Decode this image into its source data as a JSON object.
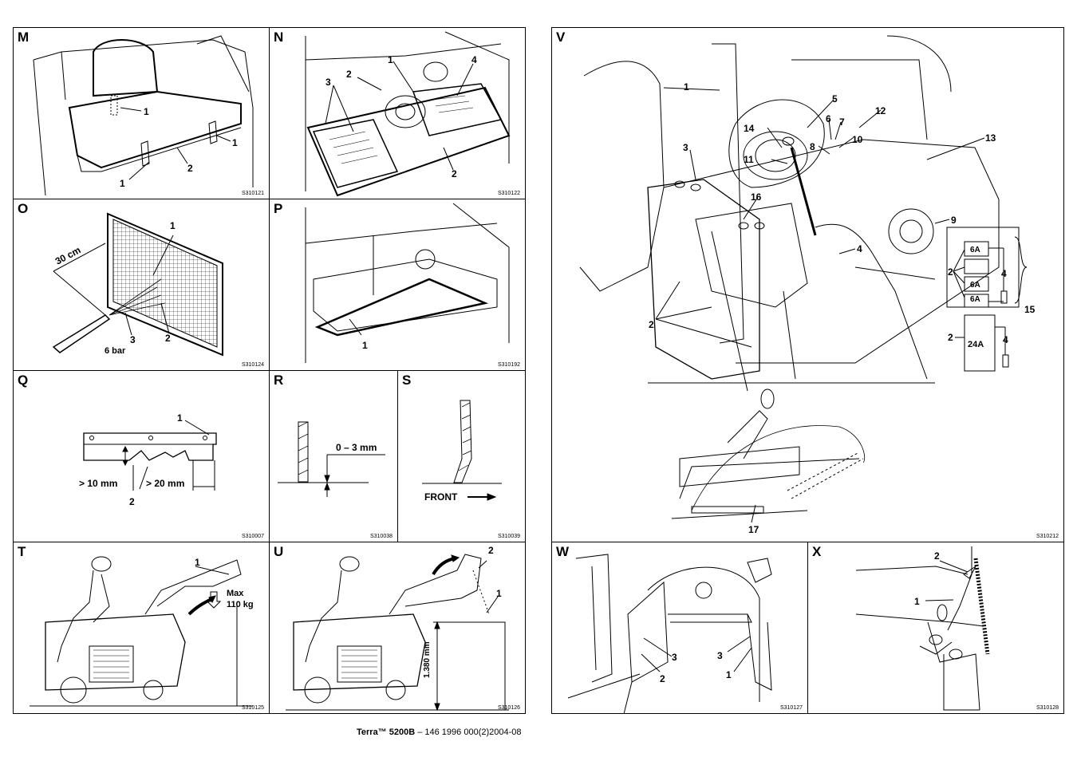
{
  "panels": {
    "M": {
      "letter": "M",
      "code": "S310121",
      "labels": [
        "1",
        "1",
        "1",
        "2"
      ]
    },
    "N": {
      "letter": "N",
      "code": "S310122",
      "labels": [
        "1",
        "2",
        "3",
        "4",
        "2"
      ]
    },
    "O": {
      "letter": "O",
      "code": "S310124",
      "labels": [
        "1",
        "30 cm",
        "3",
        "6 bar",
        "2"
      ]
    },
    "P": {
      "letter": "P",
      "code": "S310192",
      "labels": [
        "1"
      ]
    },
    "Q": {
      "letter": "Q",
      "code": "S310007",
      "labels": [
        "1",
        "> 10 mm",
        "> 20 mm",
        "2"
      ]
    },
    "R": {
      "letter": "R",
      "code": "S310038",
      "labels": [
        "0 – 3 mm"
      ]
    },
    "S": {
      "letter": "S",
      "code": "S310039",
      "labels": [
        "FRONT"
      ]
    },
    "T": {
      "letter": "T",
      "code": "S310125",
      "labels": [
        "1",
        "Max",
        "110 kg"
      ]
    },
    "U": {
      "letter": "U",
      "code": "S310126",
      "labels": [
        "2",
        "1",
        "1.380 mm"
      ]
    },
    "V": {
      "letter": "V",
      "code": "S310212",
      "labels": [
        "1",
        "3",
        "5",
        "6",
        "7",
        "12",
        "14",
        "8",
        "10",
        "11",
        "13",
        "16",
        "9",
        "4",
        "2",
        "6A",
        "6A",
        "6A",
        "2",
        "4",
        "15",
        "2",
        "24A",
        "4",
        "17"
      ]
    },
    "W": {
      "letter": "W",
      "code": "S310127",
      "labels": [
        "3",
        "2",
        "3",
        "1"
      ]
    },
    "X": {
      "letter": "X",
      "code": "S310128",
      "labels": [
        "2",
        "1"
      ]
    }
  },
  "footer": {
    "brand": "Terra™ 5200B",
    "rest": " – 146 1996 000(2)2004-08"
  }
}
